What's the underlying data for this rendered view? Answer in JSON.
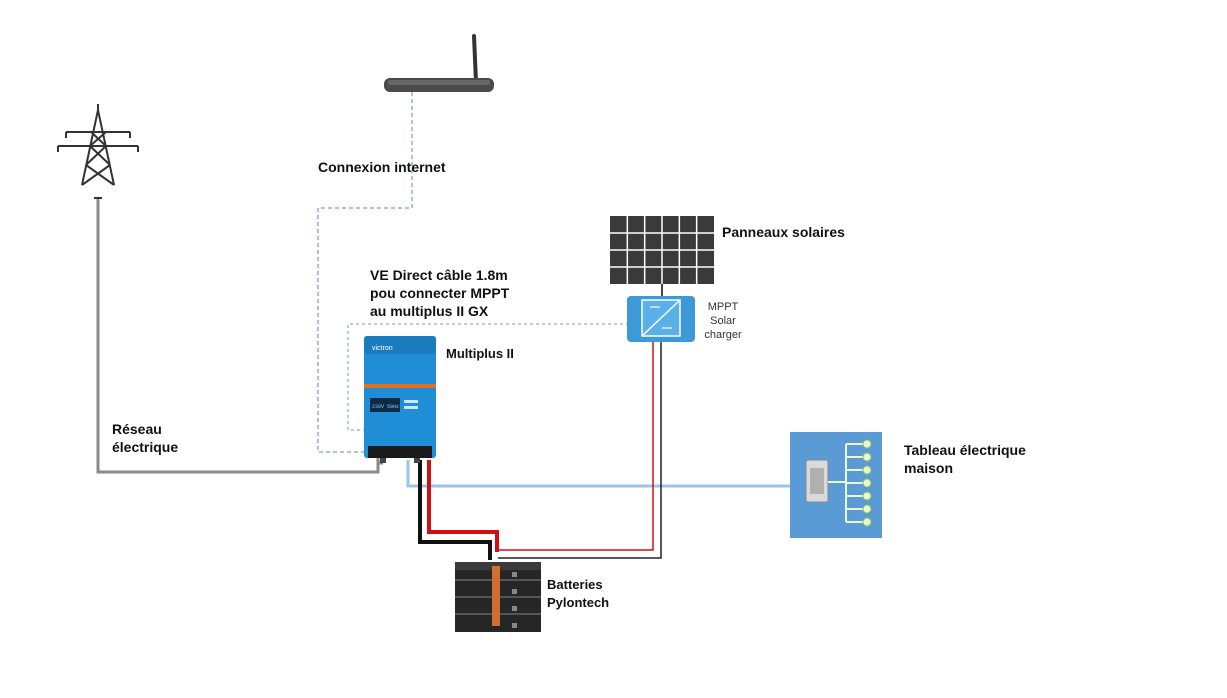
{
  "labels": {
    "internet": "Connexion internet",
    "solar_panels": "Panneaux solaires",
    "ve_direct": "VE Direct câble 1.8m\npou connecter MPPT\nau multiplus II GX",
    "mppt": "MPPT\nSolar\ncharger",
    "multiplus": "Multiplus II",
    "grid": "Réseau\nélectrique",
    "house_panel": "Tableau électrique\nmaison",
    "batteries": "Batteries\nPylontech"
  },
  "devices": {
    "inverter_brand": "victron",
    "inverter_screen": "230V 50Hz"
  },
  "icons": {
    "pylon": "transmission-tower-icon",
    "router": "router-icon",
    "solar": "solar-panel-icon",
    "mppt": "mppt-charger-icon",
    "inverter": "inverter-icon",
    "battery": "battery-stack-icon",
    "distribution": "distribution-board-icon"
  },
  "colors": {
    "ac_line": "#8a8a8a",
    "data_line": "#a8c4e0",
    "ac_out_line": "#9cc3e6",
    "dc_positive": "#d01010",
    "dc_negative": "#111111",
    "victron_blue": "#1f8ed6",
    "house_panel_bg": "#5b9bd5"
  }
}
